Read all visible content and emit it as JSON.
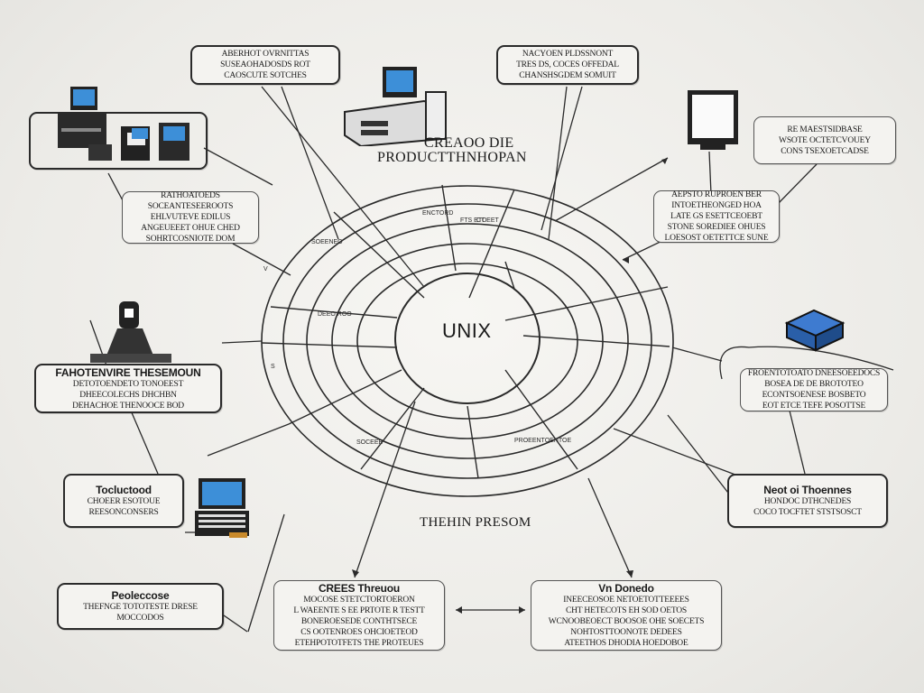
{
  "center": {
    "label": "UNIX"
  },
  "captions": {
    "top": [
      "CREAOO DIE",
      "PRODUCTTHNHOPAN"
    ],
    "bottom": "THEHIN PRESOM"
  },
  "boxes": {
    "top_left": {
      "lines": [
        "ABERHOT OVRNITTAS",
        "SUSEAOHADOSDS ROT",
        "CAOSCUTE SOTCHES"
      ]
    },
    "top_center": {
      "lines": [
        "NACYOEN PLDSSNONT",
        "TRES DS, COCES OFFEDAL",
        "CHANSHSGDEM SOMUIT"
      ]
    },
    "right_top": {
      "lines": [
        "RE MAESTSIDBASE",
        "WSOTE OCTETCVOUEY",
        "CONS TSEXOETCADSE"
      ]
    },
    "left_upper": {
      "lines": [
        "RATHOATOEDS",
        "SOCEANTESEEROOTS",
        "EHLVUTEVE EDILUS",
        "ANGEUEEET OHUE CHED",
        "SOHRTCOSNIOTE DOM"
      ]
    },
    "center_right_note": {
      "lines": [
        "AEPSTO RUPROEN BER",
        "INTOETHEONGED HOA",
        "LATE GS ESETTCEOEBT",
        "STONE SOREDIEE OHUES",
        "LOESOST OETETTCE SUNE"
      ]
    },
    "left_mid": {
      "title": "FAHOTENVIRE THESEMOUN",
      "lines": [
        "DETOTOENDETO TONOEEST",
        "DHEECOLECHS DHCHBN",
        "DEHACHOE THENOOCE BOD"
      ]
    },
    "right_mid": {
      "lines": [
        "FROENTOTOATO DNEESOEEDOCS",
        "BOSEA DE DE BROTOTEO",
        "ECONTSOENESE BOSBETO",
        "EOT ETCE TEFE POSOTTSE"
      ]
    },
    "left_lower": {
      "title": "Tocluctood",
      "lines": [
        "CHOEER ESOTOUE",
        "REESONCONSERS"
      ]
    },
    "right_lower": {
      "title": "Neot oi Thoennes",
      "lines": [
        "HONDOC DTHCNEDES",
        "COCO TOCFTET STSTSOSCT"
      ]
    },
    "bottom_left": {
      "title": "Peoleccose",
      "lines": [
        "THEFNGE TOTOTESTE DRESE",
        "MOCCODOS"
      ]
    },
    "bottom_center": {
      "title": "CREES Threuou",
      "lines": [
        "MOCOSE STETCTORTOERON",
        "L WAEENTE S EE PRTOTE R TESTT",
        "BONEROESEDE CONTHTSECE",
        "CS OOTENROES OHCIOETEOD",
        "ETEHPOTOTFETS THE PROTEUES"
      ]
    },
    "bottom_right": {
      "title": "Vn Donedo",
      "lines": [
        "INEECEOSOE NETOETOTTEEEES",
        "CHT HETECOTS EH SOD OETOS",
        "WCNOOBEOECT BOOSOE OHE SOECETS",
        "NOHTOSTTOONOTE DEDEES",
        "ATEETHOS DHODIA HOEDOBOE"
      ]
    }
  },
  "icons": [
    "monitor-cluster",
    "server-rack",
    "monitor",
    "microscope",
    "server-block",
    "laptop"
  ]
}
